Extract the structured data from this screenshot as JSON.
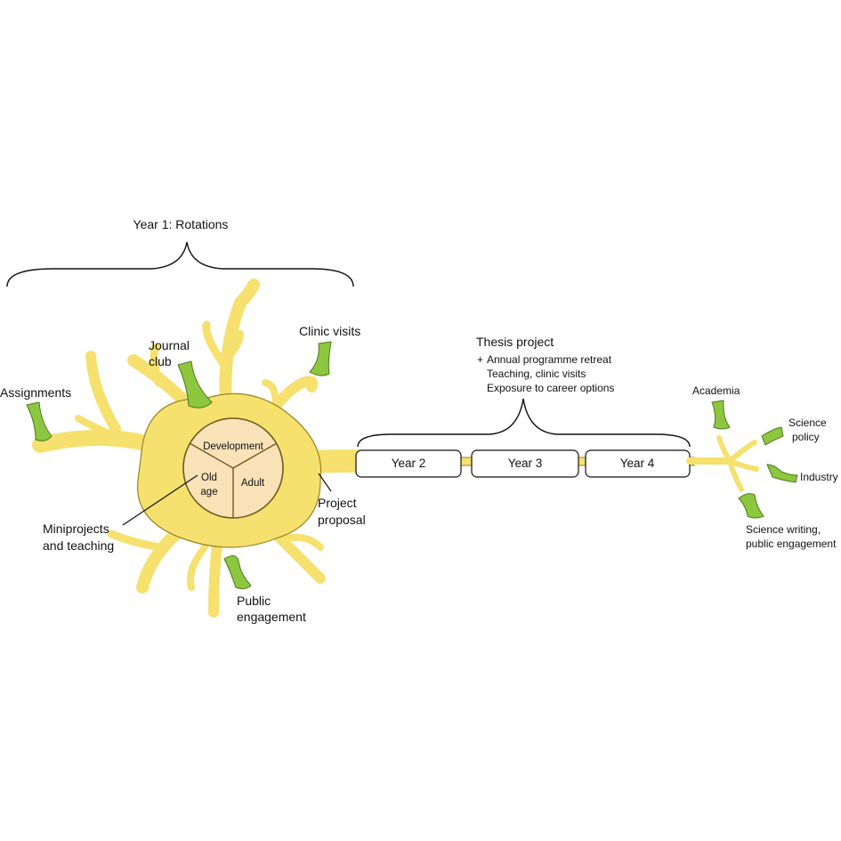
{
  "colors": {
    "cell_fill": "#f6e06e",
    "cell_stroke": "#9a8426",
    "nucleus_fill": "#f9e2b8",
    "nucleus_stroke": "#6b5a1f",
    "synapse_fill": "#8dc63f",
    "synapse_stroke": "#4f7a1e",
    "segment_fill": "#ffffff",
    "line": "#111111"
  },
  "labels": {
    "year1": "Year 1: Rotations",
    "assignments": "Assignments",
    "journal_club_1": "Journal",
    "journal_club_2": "club",
    "clinic_visits": "Clinic visits",
    "miniprojects_1": "Miniprojects",
    "miniprojects_2": "and teaching",
    "public_engagement_1": "Public",
    "public_engagement_2": "engagement",
    "project_proposal_1": "Project",
    "project_proposal_2": "proposal",
    "thesis_title": "Thesis project",
    "thesis_plus": "+",
    "thesis_line1": "Annual programme retreat",
    "thesis_line2": "Teaching, clinic visits",
    "thesis_line3": "Exposure to career options",
    "academia": "Academia",
    "science_policy_1": "Science",
    "science_policy_2": "policy",
    "industry": "Industry",
    "science_writing_1": "Science writing,",
    "science_writing_2": "public engagement"
  },
  "nucleus": {
    "development": "Development",
    "old_age_1": "Old",
    "old_age_2": "age",
    "adult": "Adult"
  },
  "axon": {
    "years": [
      "Year 2",
      "Year 3",
      "Year 4"
    ]
  }
}
